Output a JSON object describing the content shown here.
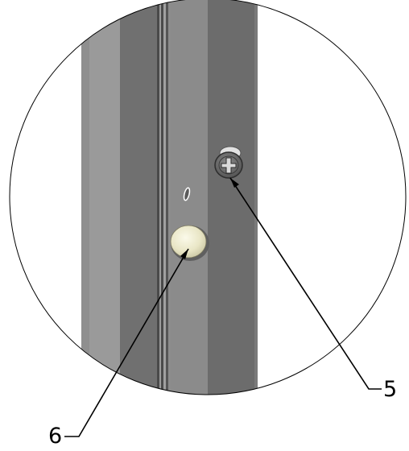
{
  "callouts": [
    {
      "id": "5",
      "label": "5",
      "part": "screw"
    },
    {
      "id": "6",
      "label": "6",
      "part": "cap"
    }
  ],
  "colors": {
    "background": "#ffffff",
    "outline": "#000000",
    "profile_dark": "#6c6c6c",
    "profile_mid": "#8a8a8a",
    "profile_light": "#9b9b9b",
    "groove": "#4a4a4a",
    "cap": "#e9e6c6",
    "screw": "#5a5a5a"
  }
}
